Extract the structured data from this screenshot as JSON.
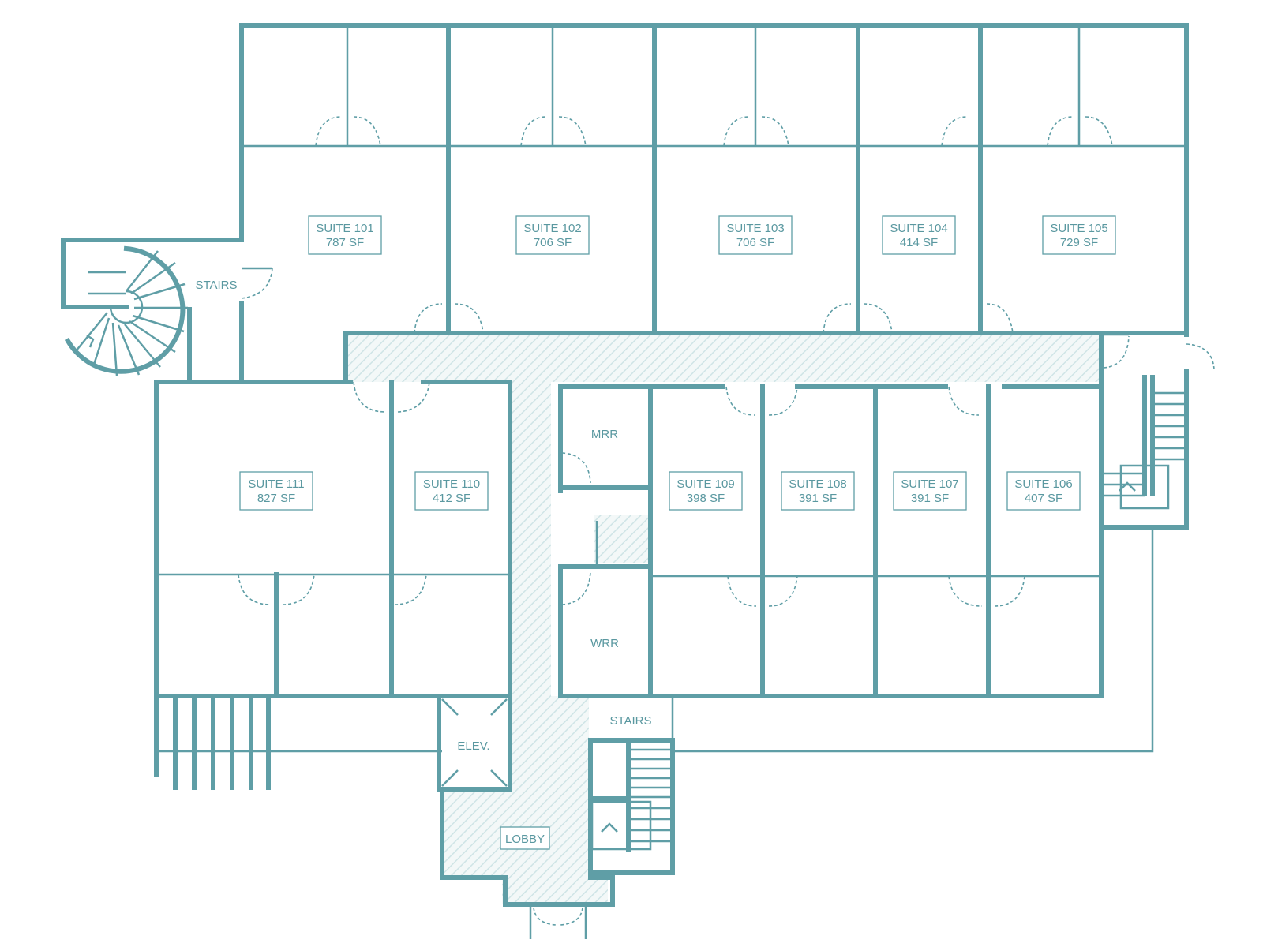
{
  "colors": {
    "line": "#5f9ea6",
    "text": "#5a98a0",
    "hatch": "#cfe4e6"
  },
  "suites": [
    {
      "name": "SUITE 101",
      "area": "787 SF"
    },
    {
      "name": "SUITE 102",
      "area": "706 SF"
    },
    {
      "name": "SUITE 103",
      "area": "706 SF"
    },
    {
      "name": "SUITE 104",
      "area": "414 SF"
    },
    {
      "name": "SUITE 105",
      "area": "729 SF"
    },
    {
      "name": "SUITE 106",
      "area": "407 SF"
    },
    {
      "name": "SUITE 107",
      "area": "391 SF"
    },
    {
      "name": "SUITE 108",
      "area": "391 SF"
    },
    {
      "name": "SUITE 109",
      "area": "398 SF"
    },
    {
      "name": "SUITE 110",
      "area": "412 SF"
    },
    {
      "name": "SUITE 111",
      "area": "827 SF"
    }
  ],
  "rooms": {
    "stairs_west": "STAIRS",
    "stairs_south": "STAIRS",
    "mrr": "MRR",
    "wrr": "WRR",
    "elevator": "ELEV.",
    "lobby": "LOBBY"
  }
}
